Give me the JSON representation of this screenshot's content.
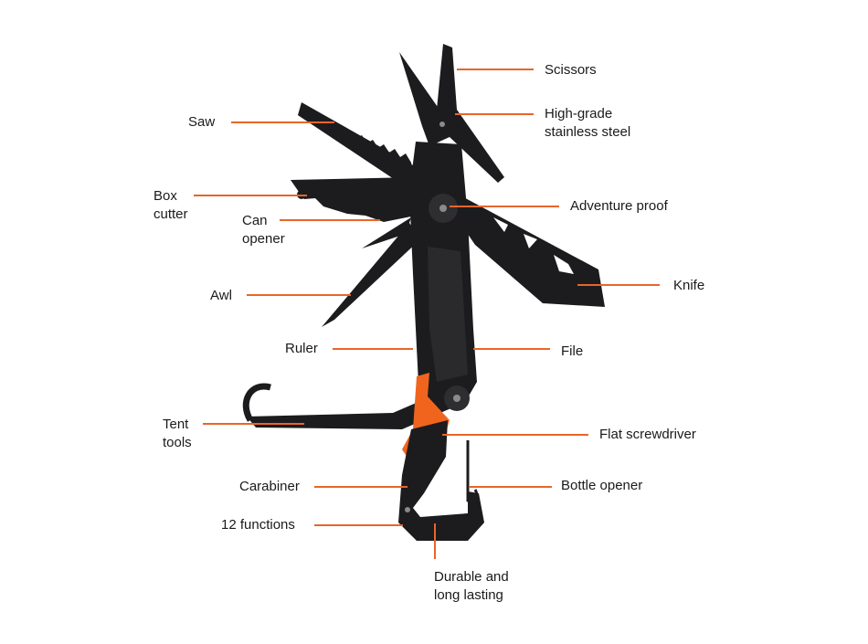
{
  "accent": "#e8652a",
  "tool_color": "#1c1c1e",
  "accent_part_color": "#f0641e",
  "labels": {
    "scissors": "Scissors",
    "steel_1": "High-grade",
    "steel_2": "stainless steel",
    "saw": "Saw",
    "box_1": "Box",
    "box_2": "cutter",
    "can_1": "Can",
    "can_2": "opener",
    "adventure": "Adventure proof",
    "knife": "Knife",
    "awl": "Awl",
    "ruler": "Ruler",
    "file": "File",
    "tent_1": "Tent",
    "tent_2": "tools",
    "flat": "Flat screwdriver",
    "carabiner": "Carabiner",
    "bottle": "Bottle opener",
    "functions": "12 functions",
    "durable_1": "Durable and",
    "durable_2": "long lasting"
  }
}
